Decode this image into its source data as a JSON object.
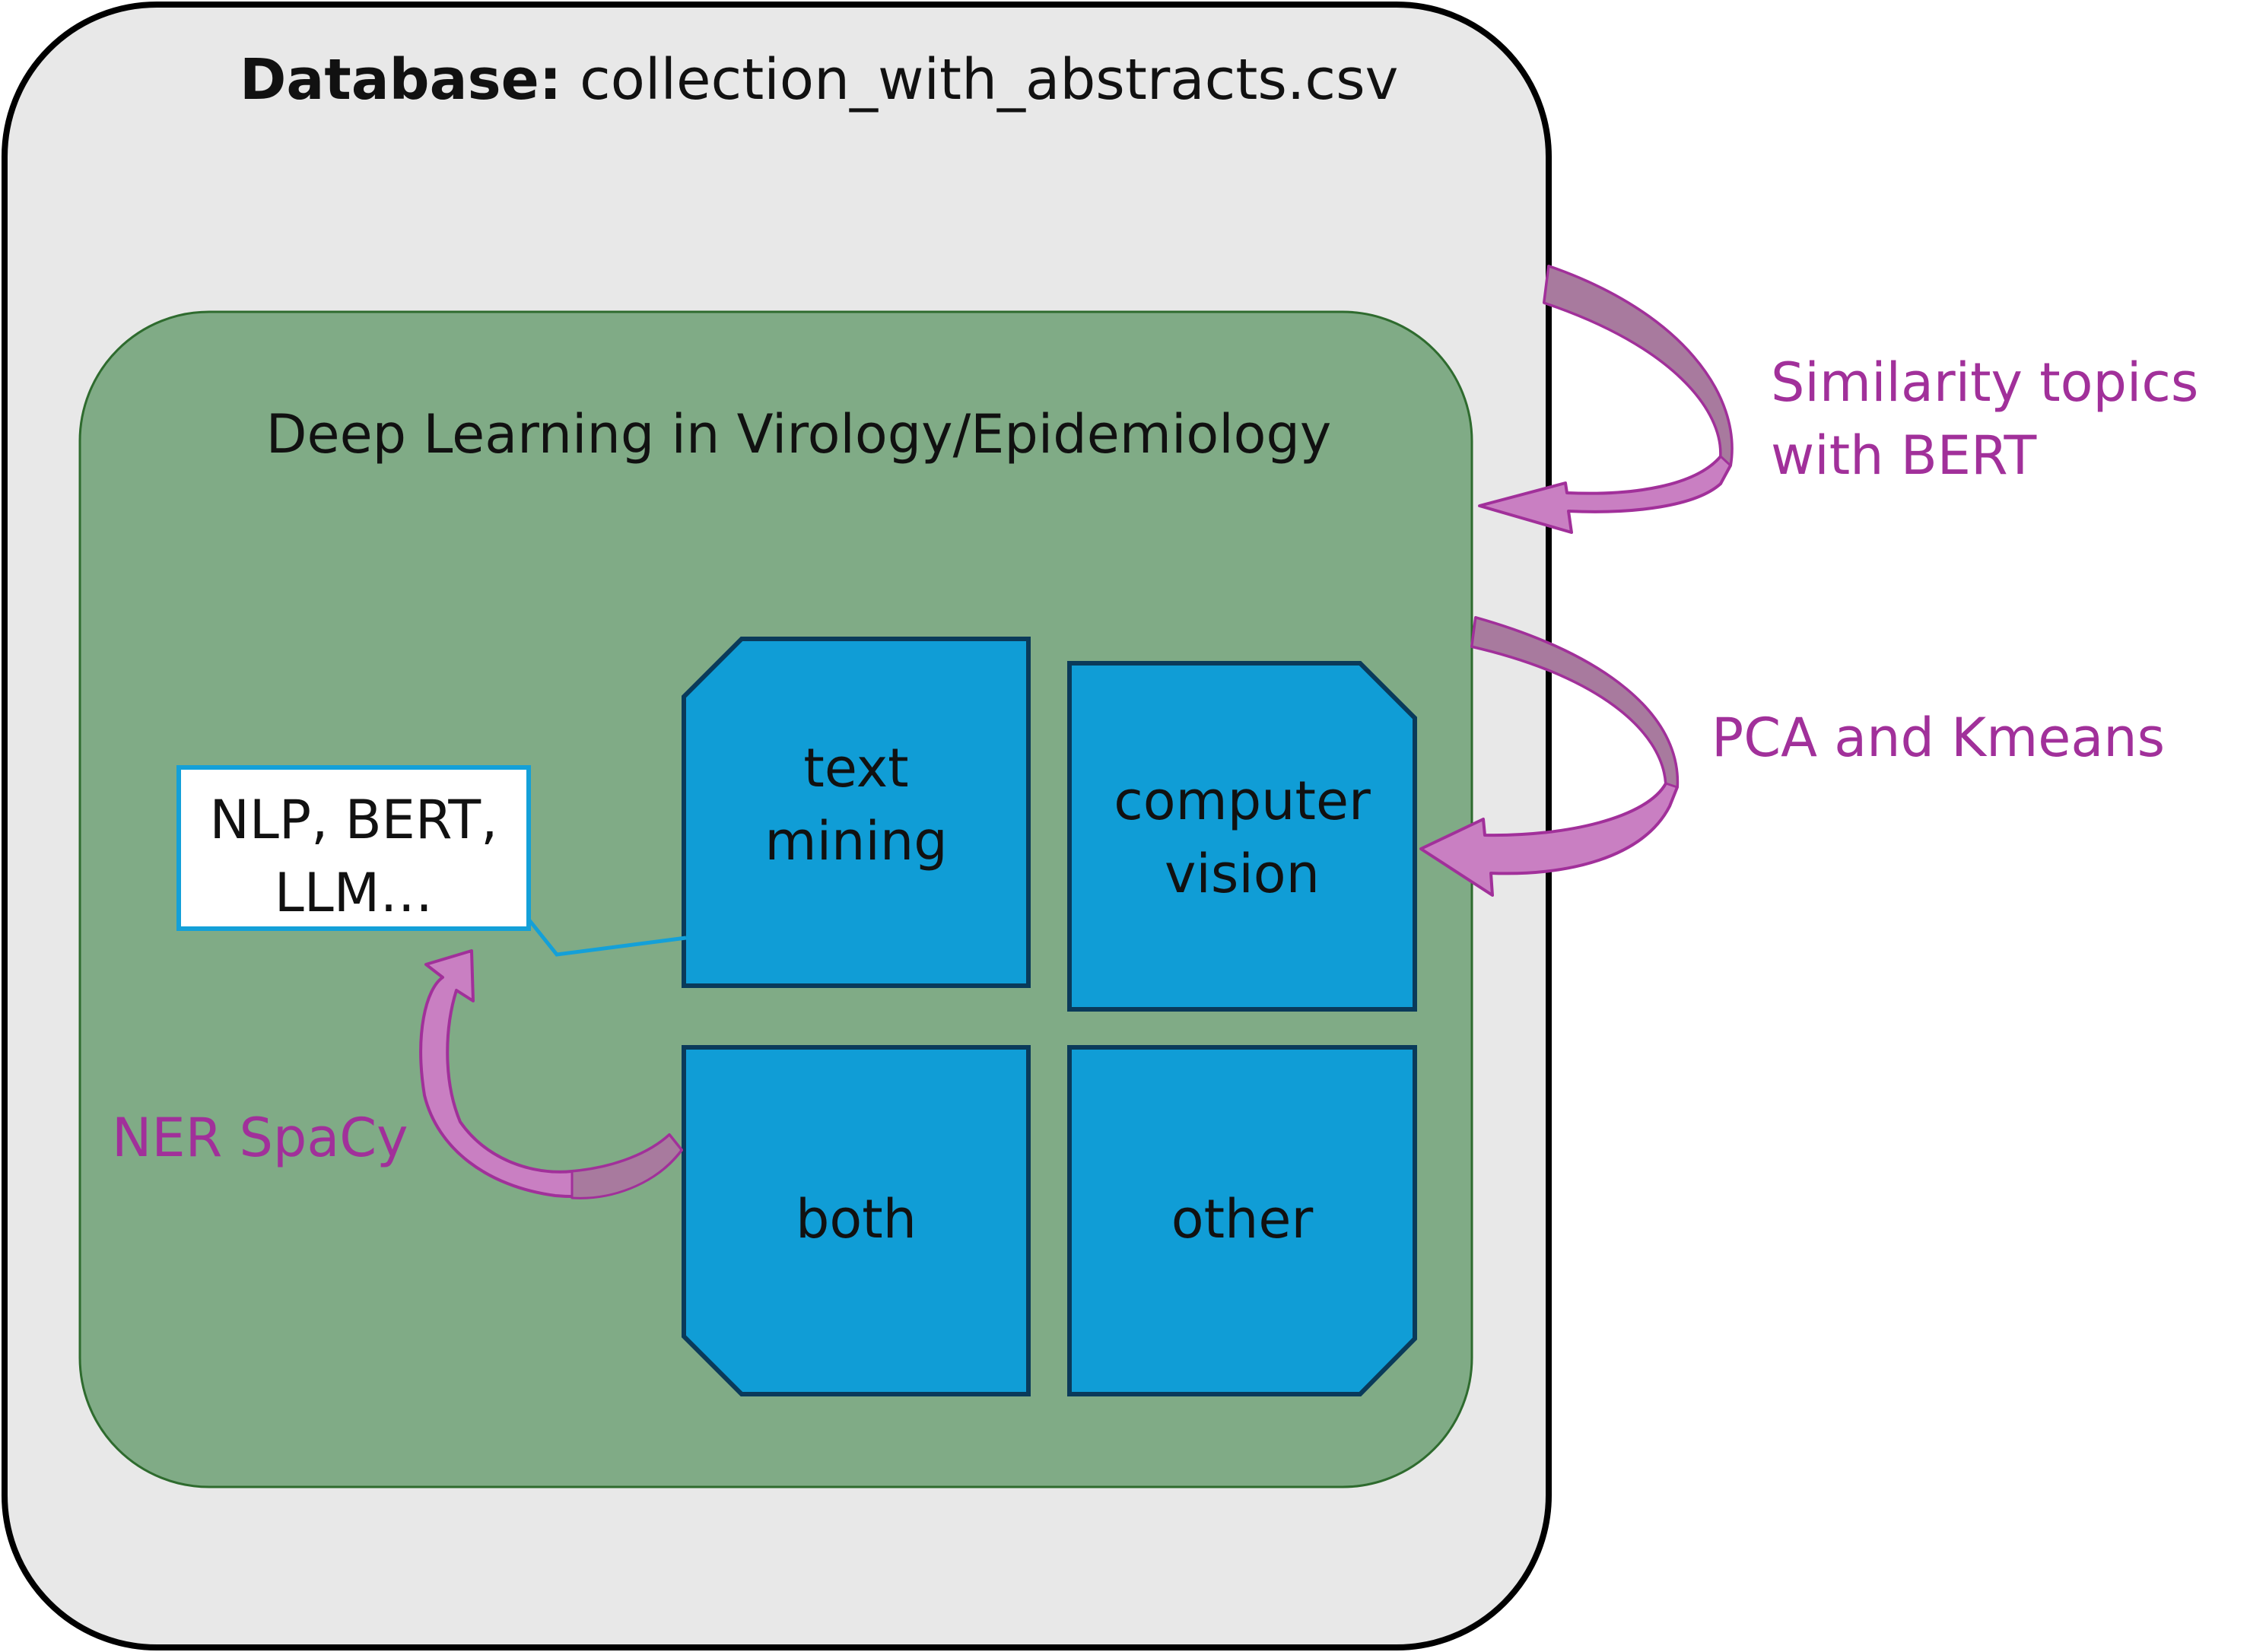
{
  "database": {
    "prefix": "Database:",
    "filename": "collection_with_abstracts.csv"
  },
  "domain_box": {
    "title": "Deep Learning in Virology/Epidemiology"
  },
  "methods_note": {
    "line1": "NLP, BERT,",
    "line2": "LLM…"
  },
  "categories": {
    "text_mining": {
      "line1": "text",
      "line2": "mining"
    },
    "computer_vision": {
      "line1": "computer",
      "line2": "vision"
    },
    "both": {
      "label": "both"
    },
    "other": {
      "label": "other"
    }
  },
  "arrows": {
    "similarity": {
      "line1": "Similarity topics",
      "line2": "with BERT"
    },
    "pca": {
      "label": "PCA and Kmeans"
    },
    "ner": {
      "label": "NER SpaCy"
    }
  },
  "colors": {
    "outer_fill": "#e8e8e8",
    "outer_stroke": "#000000",
    "inner_fill": "#80ab86",
    "inner_stroke": "#2e6b2e",
    "cell_fill": "#109dd6",
    "cell_stroke": "#0a3a5a",
    "arrow_fill": "#c97fc2",
    "arrow_shade": "#a87a9e",
    "arrow_stroke": "#a1309a",
    "connector": "#14a0d8",
    "label_purple": "#a1309a"
  }
}
